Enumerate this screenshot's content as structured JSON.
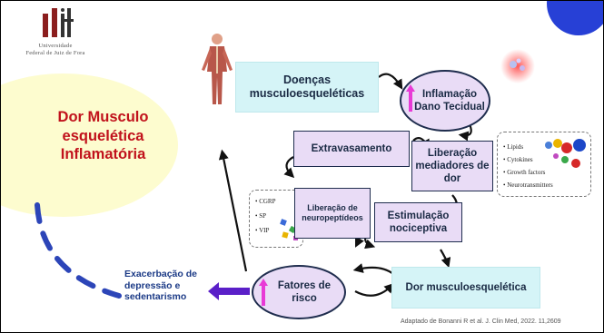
{
  "logo": {
    "university_lines": [
      "Universidade",
      "Federal de Juiz de Fora"
    ]
  },
  "title": "Dor Musculo esquelética Inflamatória",
  "nodes": {
    "doencas": "Doenças musculoesqueléticas",
    "inflamacao": "Inflamação Dano Tecidual",
    "extravasamento": "Extravasamento",
    "liberacao_mediadores": "Liberação mediadores de dor",
    "liberacao_neuropeptideos": "Liberação de neuropeptídeos",
    "estimulacao": "Estimulação nociceptiva",
    "fatores": "Fatores de risco",
    "dor": "Dor musculoesquelética"
  },
  "mediators_list": [
    "Lipids",
    "Cytokines",
    "Growth factors",
    "Neurotransmitters"
  ],
  "neuropeptides_list": [
    "CGRP",
    "SP",
    "VIP"
  ],
  "exacerbation": "Exacerbação de depressão e sedentarismo",
  "source": "Adaptado de Bonanni R et al. J. Clin Med, 2022. 11,2609",
  "colors": {
    "title": "#c1121c",
    "exacerbation": "#1b3a86",
    "magenta_arrow": "#e83ad6",
    "purple_arrow": "#5a1fc8",
    "dashed_arc": "#2c45b8",
    "blue_circle": "#2740d6"
  }
}
